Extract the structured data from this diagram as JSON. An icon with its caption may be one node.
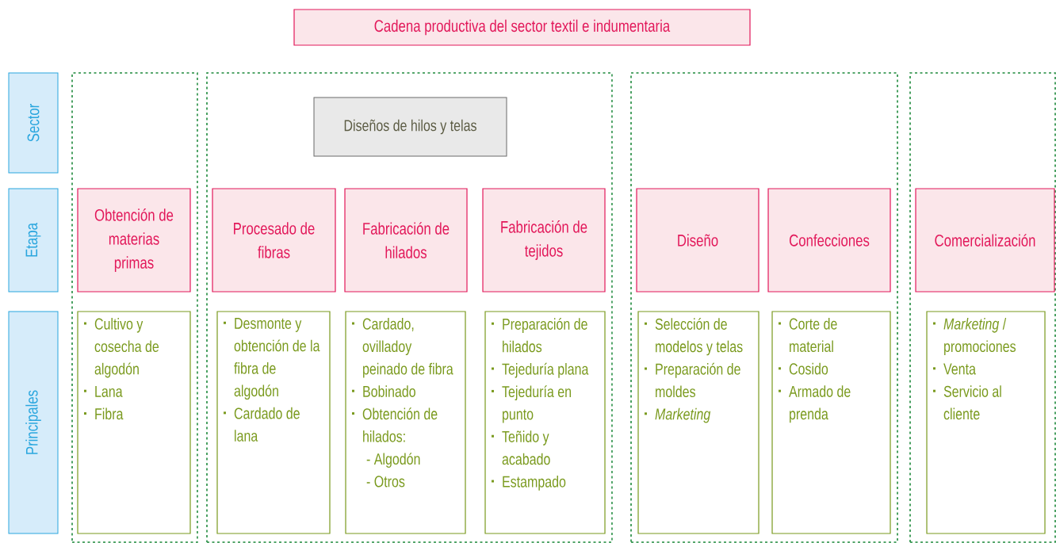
{
  "diagram": {
    "nodes": [
      {
        "text": [
          "Cadena productiva del sector textil e indumentaria"
        ]
      },
      {
        "text": [
          "Sector"
        ]
      },
      {
        "text": [
          "Etapa"
        ]
      },
      {
        "text": [
          "Principales"
        ]
      },
      {
        "text": [],
        "shape": "box"
      },
      {
        "text": [
          "Obtención de materias primas"
        ],
        "in": 4
      },
      {
        "text": [
          "Cultivo y cosecha de algodón",
          "Lana",
          "Fibra"
        ],
        "in": 4
      },
      {
        "text": [],
        "shape": "box"
      },
      {
        "text": [
          "Diseños de hilos y telas"
        ],
        "in": 7
      },
      {
        "text": [
          "Procesado de fibras"
        ],
        "in": 7
      },
      {
        "text": [
          "Fabricación de hilados"
        ],
        "in": 7
      },
      {
        "text": [
          "Fabricación de tejidos"
        ],
        "in": 7
      },
      {
        "text": [
          "Desmonte y obtención de la fibra de algodón",
          "Cardado de lana"
        ],
        "in": 7
      },
      {
        "text": [
          "Cardado, ovilladoy peinado de fibra",
          "Bobinado",
          "Obtención de hilados:",
          "- Algodón",
          "- Otros"
        ],
        "in": 7
      },
      {
        "text": [
          "Preparación de hilados",
          "Tejeduría plana",
          "Tejeduría en punto",
          "Teñido y acabado",
          "Estampado"
        ],
        "in": 7
      },
      {
        "text": [],
        "shape": "box"
      },
      {
        "text": [
          "Diseño"
        ],
        "in": 15
      },
      {
        "text": [
          "Confecciones"
        ],
        "in": 15
      },
      {
        "text": [
          "Selección de modelos y telas",
          "Preparación de moldes",
          "*Marketing*"
        ],
        "in": 15
      },
      {
        "text": [
          "Corte de material",
          "Cosido",
          "Armado de prenda"
        ],
        "in": 15
      },
      {
        "text": [],
        "shape": "box"
      },
      {
        "text": [
          "Comercialización"
        ],
        "in": 20
      },
      {
        "text": [
          "*Marketing* / promociones",
          "Venta",
          "Servicio al cliente"
        ],
        "in": 20
      }
    ]
  }
}
